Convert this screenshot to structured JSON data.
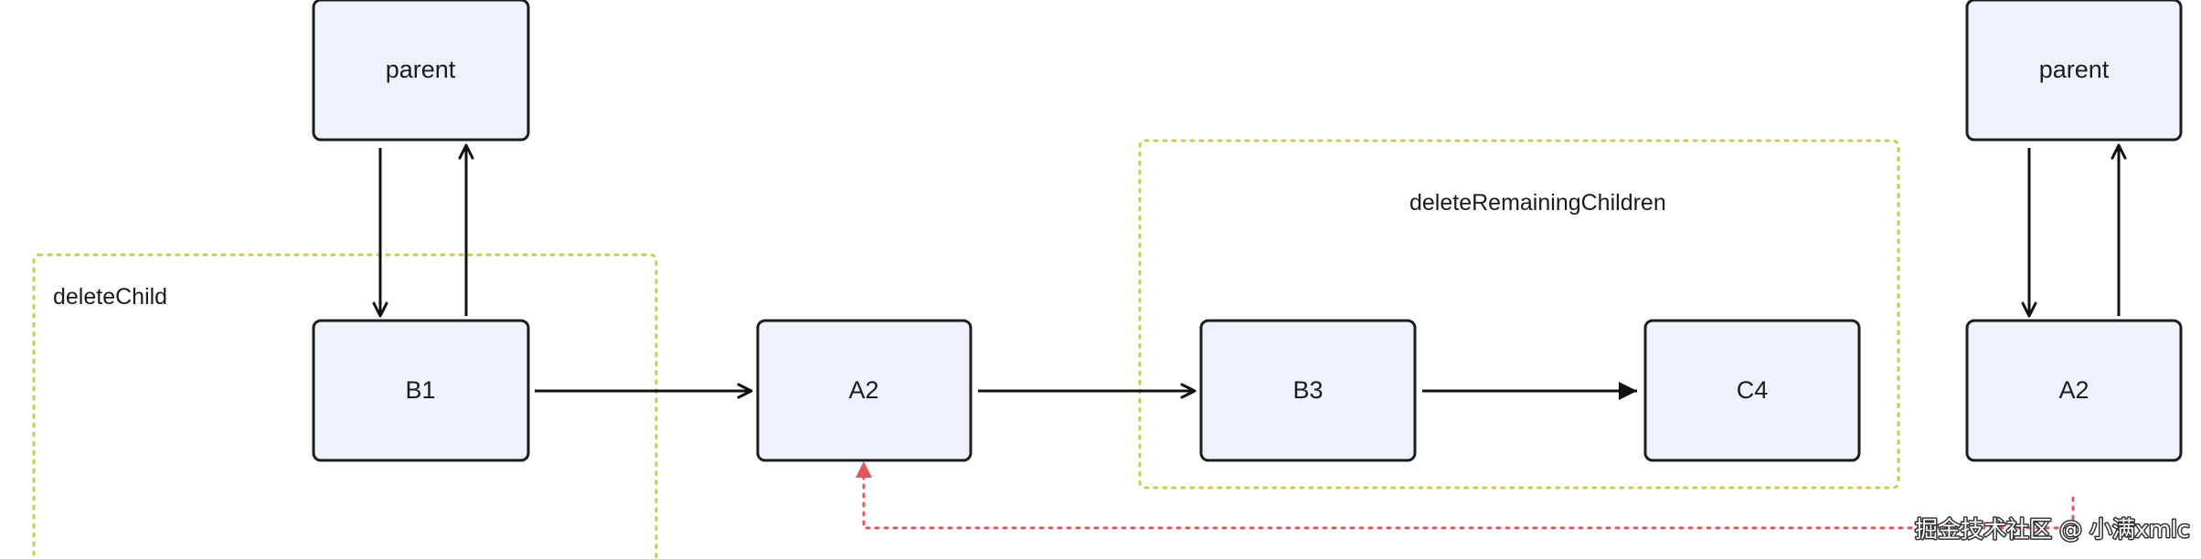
{
  "groups": [
    {
      "id": "delete-child",
      "label": "deleteChild"
    },
    {
      "id": "delete-remaining-children",
      "label": "deleteRemainingChildren"
    }
  ],
  "nodes": [
    {
      "id": "parent-left",
      "label": "parent"
    },
    {
      "id": "b1",
      "label": "B1"
    },
    {
      "id": "a2-center",
      "label": "A2"
    },
    {
      "id": "b3",
      "label": "B3"
    },
    {
      "id": "c4",
      "label": "C4"
    },
    {
      "id": "parent-right",
      "label": "parent"
    },
    {
      "id": "a2-right",
      "label": "A2"
    }
  ],
  "edges": [
    {
      "from": "parent-left",
      "to": "b1",
      "style": "solid"
    },
    {
      "from": "b1",
      "to": "parent-left",
      "style": "solid"
    },
    {
      "from": "b1",
      "to": "a2-center",
      "style": "solid"
    },
    {
      "from": "a2-center",
      "to": "b3",
      "style": "solid"
    },
    {
      "from": "b3",
      "to": "c4",
      "style": "solid"
    },
    {
      "from": "parent-right",
      "to": "a2-right",
      "style": "solid"
    },
    {
      "from": "a2-right",
      "to": "parent-right",
      "style": "solid"
    },
    {
      "from": "a2-right",
      "to": "a2-center",
      "style": "dotted",
      "color": "#e0585f"
    }
  ],
  "colors": {
    "node_fill": "#eef2fd",
    "node_stroke": "#1c1c1c",
    "group_border": "#c9cc52",
    "reference_arrow": "#e0585f"
  },
  "watermark": {
    "text": "掘金技术社区 @ 小满xmlc"
  }
}
